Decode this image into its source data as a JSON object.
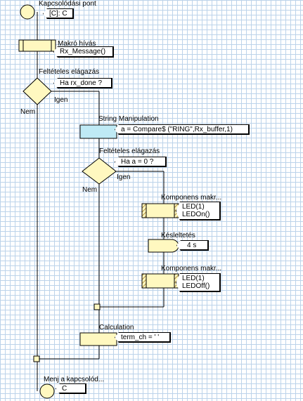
{
  "colors": {
    "box_fill": "#fff8c0",
    "box_border": "#000000",
    "string_box_fill": "#bfeaf5",
    "grid_line": "#bcd3ea",
    "hatch": "#a07820",
    "line": "#000000"
  },
  "nodes": {
    "start": {
      "label": "Kapcsolódási pont",
      "callout": "[C]: C"
    },
    "macro": {
      "label": "Makró hívás",
      "callout": "Rx_Message()"
    },
    "decision1": {
      "label": "Feltételes elágazás",
      "callout": "Ha rx_done ?",
      "yes": "Igen",
      "no": "Nem"
    },
    "string": {
      "label": "String Manipulation",
      "callout": "a = Compare$ (\"RING\",Rx_buffer,1)"
    },
    "decision2": {
      "label": "Feltételes elágazás",
      "callout": "Ha a = 0 ?",
      "yes": "Igen",
      "no": "Nem"
    },
    "comp1": {
      "label": "Komponens makr...",
      "callout_line1": "LED(1)",
      "callout_line2": "LEDOn()"
    },
    "delay": {
      "label": "Késleltetés",
      "callout": "4 s"
    },
    "comp2": {
      "label": "Komponens makr...",
      "callout_line1": "LED(1)",
      "callout_line2": "LEDOff()"
    },
    "calc": {
      "label": "Calculation",
      "callout": "term_ch = ' '"
    },
    "goto": {
      "label": "Menj a kapcsolód...",
      "callout": "C"
    }
  }
}
